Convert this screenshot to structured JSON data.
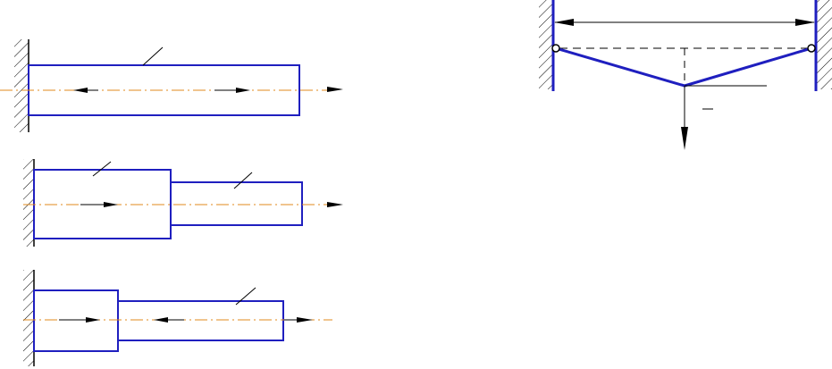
{
  "colors": {
    "member": "#1f1fbf",
    "centerline": "#e08a1e",
    "line": "#000000",
    "background": "#ffffff"
  },
  "figures": [
    {
      "id": "bar-1",
      "type": "single-segment axially loaded bar fixed at left wall"
    },
    {
      "id": "bar-2",
      "type": "two-segment stepped bar fixed at left wall"
    },
    {
      "id": "bar-3",
      "type": "two-segment stepped bar fixed at left wall"
    },
    {
      "id": "truss",
      "type": "two-member V truss between two walls with downward load"
    }
  ]
}
